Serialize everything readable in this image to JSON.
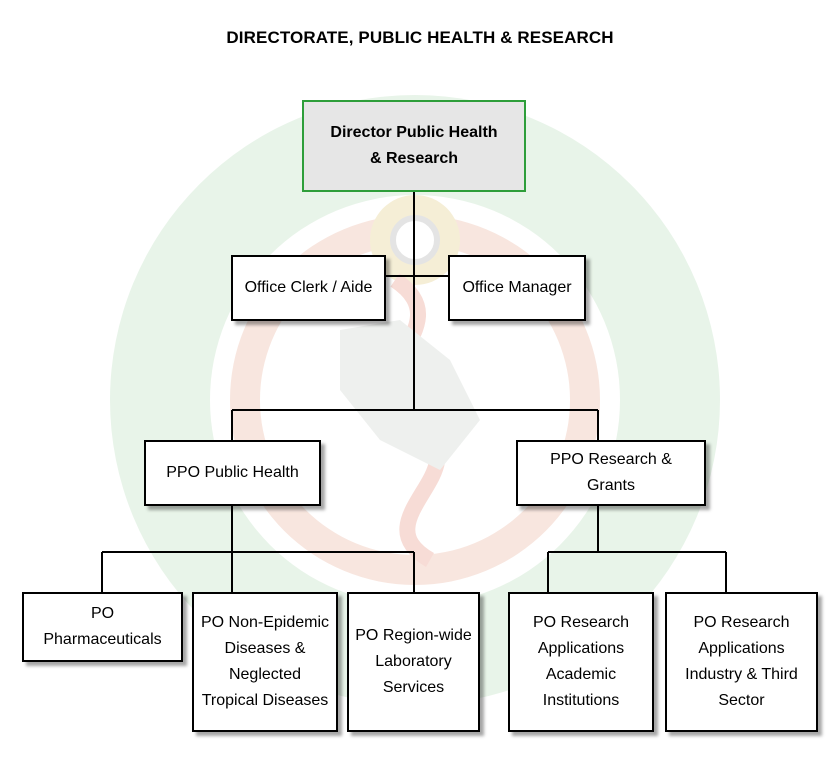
{
  "title": "DIRECTORATE, PUBLIC HEALTH & RESEARCH",
  "colors": {
    "top_border": "#2e9e3a",
    "top_fill": "#e6e6e6",
    "watermark_green": "#e3f1e4",
    "watermark_red": "#f7e3dc",
    "watermark_gold": "#f4ecd0"
  },
  "nodes": {
    "director": "Director Public Health\n& Research",
    "clerk": "Office Clerk / Aide",
    "manager": "Office Manager",
    "ppo_health": "PPO Public Health",
    "ppo_research": "PPO Research & Grants",
    "po_pharma": "PO Pharmaceuticals",
    "po_nonepidemic": "PO Non-Epidemic\nDiseases &\nNeglected\nTropical Diseases",
    "po_lab": "PO Region-wide\nLaboratory\nServices",
    "po_academic": "PO Research\nApplications\nAcademic\nInstitutions",
    "po_industry": "PO Research\nApplications\nIndustry & Third\nSector"
  }
}
